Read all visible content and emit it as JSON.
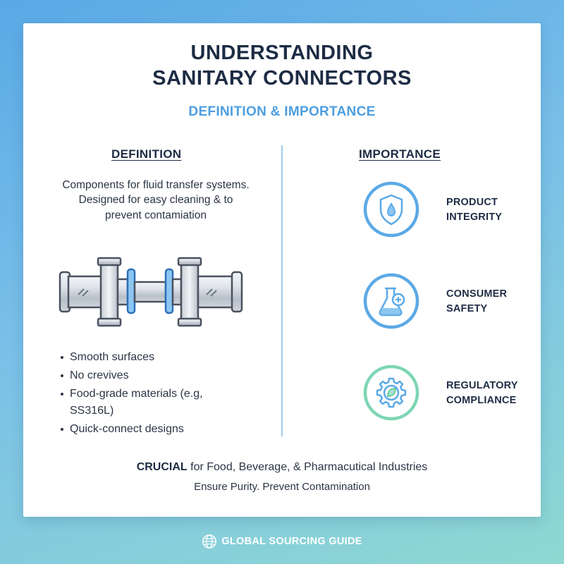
{
  "title": {
    "line1": "UNDERSTANDING",
    "line2": "SANITARY CONNECTORS"
  },
  "subtitle": "DEFINITION & IMPORTANCE",
  "definition": {
    "heading": "DEFINITION",
    "text_lines": [
      "Components for fluid transfer systems.",
      "Designed for easy cleaning & to",
      "prevent contamiation"
    ],
    "bullets": [
      "Smooth surfaces",
      "No crevives",
      "Food-grade materials (e.g,",
      "SS316L)",
      "Quick-connect designs"
    ]
  },
  "importance": {
    "heading": "IMPORTANCE",
    "items": [
      {
        "icon": "shield-drop-icon",
        "line1": "PRODUCT",
        "line2": "INTEGRITY",
        "color": "#5ba9e6"
      },
      {
        "icon": "flask-plus-icon",
        "line1": "CONSUMER",
        "line2": "SAFETY",
        "color": "#5ba9e6"
      },
      {
        "icon": "gear-leaf-icon",
        "line1": "REGULATORY",
        "line2": "COMPLIANCE",
        "color": "#7dd6b3"
      }
    ]
  },
  "footer": {
    "bold": "CRUCIAL",
    "main_rest": " for Food, Beverage, & Pharmacutical Industries",
    "sub": "Ensure Purity. Prevent Contamination"
  },
  "brand": {
    "icon": "globe-icon",
    "text": "GLOBAL SOURCING GUIDE"
  },
  "colors": {
    "accent": "#4d9ee0",
    "heading": "#1d2c44",
    "green_accent": "#7dd6b3"
  }
}
